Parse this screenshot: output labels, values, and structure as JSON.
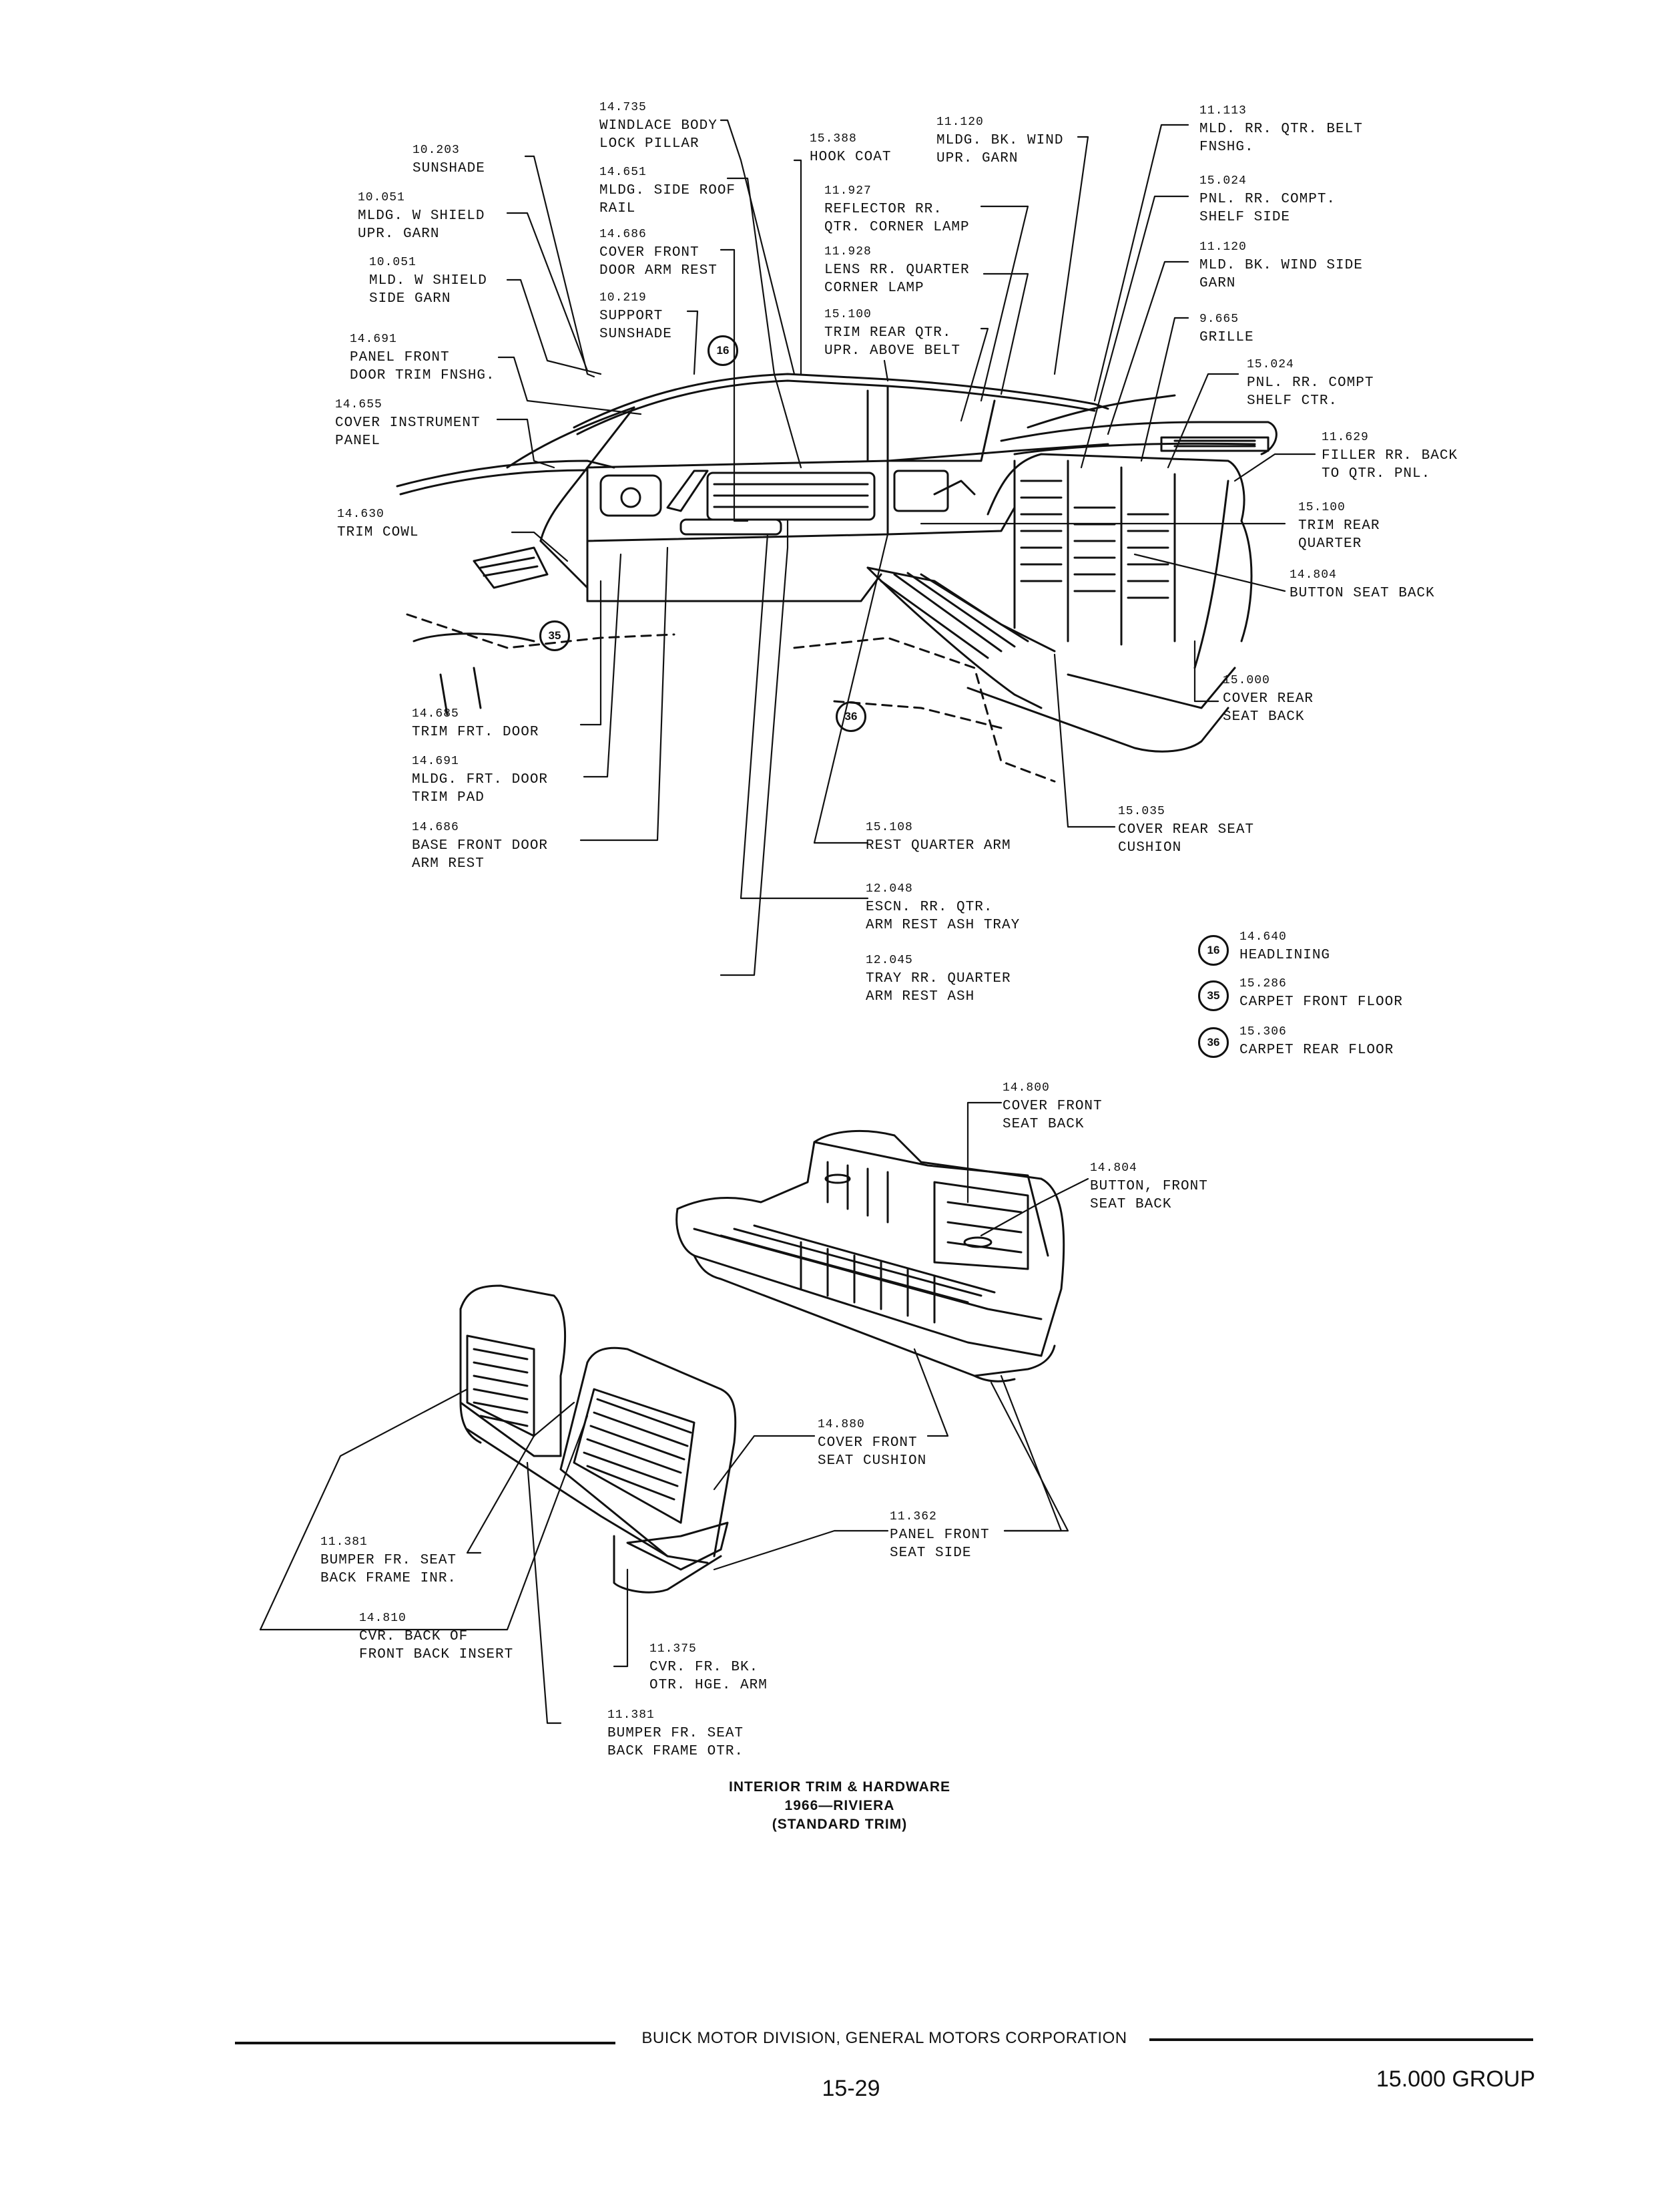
{
  "callouts": [
    {
      "num": "14.735",
      "name": "WINDLACE BODY\nLOCK PILLAR"
    },
    {
      "num": "10.203",
      "name": "SUNSHADE"
    },
    {
      "num": "14.651",
      "name": "MLDG. SIDE ROOF\nRAIL"
    },
    {
      "num": "10.051",
      "name": "MLDG. W SHIELD\nUPR. GARN"
    },
    {
      "num": "14.686",
      "name": "COVER FRONT\nDOOR ARM REST"
    },
    {
      "num": "10.051",
      "name": "MLD. W SHIELD\nSIDE GARN"
    },
    {
      "num": "10.219",
      "name": "SUPPORT\nSUNSHADE"
    },
    {
      "num": "14.691",
      "name": "PANEL FRONT\nDOOR TRIM FNSHG."
    },
    {
      "num": "14.655",
      "name": "COVER INSTRUMENT\nPANEL"
    },
    {
      "num": "14.630",
      "name": "TRIM COWL"
    },
    {
      "num": "15.388",
      "name": "HOOK COAT"
    },
    {
      "num": "11.120",
      "name": "MLDG. BK. WIND\nUPR. GARN"
    },
    {
      "num": "11.927",
      "name": "REFLECTOR RR.\nQTR. CORNER LAMP"
    },
    {
      "num": "11.928",
      "name": "LENS RR. QUARTER\nCORNER LAMP"
    },
    {
      "num": "15.100",
      "name": "TRIM REAR QTR.\nUPR. ABOVE BELT"
    },
    {
      "num": "11.113",
      "name": "MLD. RR. QTR. BELT\nFNSHG."
    },
    {
      "num": "15.024",
      "name": "PNL. RR. COMPT.\nSHELF SIDE"
    },
    {
      "num": "11.120",
      "name": "MLD. BK. WIND SIDE\nGARN"
    },
    {
      "num": "9.665",
      "name": "GRILLE"
    },
    {
      "num": "15.024",
      "name": "PNL. RR. COMPT\nSHELF CTR."
    },
    {
      "num": "11.629",
      "name": "FILLER RR. BACK\nTO QTR. PNL."
    },
    {
      "num": "15.100",
      "name": "TRIM REAR\nQUARTER"
    },
    {
      "num": "14.804",
      "name": "BUTTON SEAT BACK"
    },
    {
      "num": "15.000",
      "name": "COVER REAR\nSEAT BACK"
    },
    {
      "num": "14.685",
      "name": "TRIM FRT. DOOR"
    },
    {
      "num": "14.691",
      "name": "MLDG. FRT. DOOR\nTRIM PAD"
    },
    {
      "num": "14.686",
      "name": "BASE FRONT DOOR\nARM REST"
    },
    {
      "num": "15.108",
      "name": "REST QUARTER ARM"
    },
    {
      "num": "15.035",
      "name": "COVER REAR SEAT\nCUSHION"
    },
    {
      "num": "12.048",
      "name": "ESCN. RR. QTR.\nARM REST ASH TRAY"
    },
    {
      "num": "12.045",
      "name": "TRAY RR. QUARTER\nARM REST ASH"
    },
    {
      "num": "14.800",
      "name": "COVER FRONT\nSEAT BACK"
    },
    {
      "num": "14.804",
      "name": "BUTTON, FRONT\nSEAT BACK"
    },
    {
      "num": "14.880",
      "name": "COVER FRONT\nSEAT CUSHION"
    },
    {
      "num": "11.362",
      "name": "PANEL FRONT\nSEAT SIDE"
    },
    {
      "num": "11.381",
      "name": "BUMPER FR. SEAT\nBACK FRAME INR."
    },
    {
      "num": "14.810",
      "name": "CVR. BACK OF\nFRONT BACK INSERT"
    },
    {
      "num": "11.375",
      "name": "CVR. FR. BK.\nOTR. HGE. ARM"
    },
    {
      "num": "11.381",
      "name": "BUMPER FR. SEAT\nBACK FRAME OTR."
    }
  ],
  "markers": [
    "16",
    "35",
    "36"
  ],
  "legend": [
    {
      "marker": "16",
      "num": "14.640",
      "name": "HEADLINING"
    },
    {
      "marker": "35",
      "num": "15.286",
      "name": "CARPET FRONT FLOOR"
    },
    {
      "marker": "36",
      "num": "15.306",
      "name": "CARPET REAR FLOOR"
    }
  ],
  "caption": {
    "line1": "INTERIOR TRIM & HARDWARE",
    "line2": "1966—RIVIERA",
    "line3": "(STANDARD TRIM)"
  },
  "footer": {
    "division": "BUICK MOTOR DIVISION, GENERAL MOTORS CORPORATION",
    "page": "15-29",
    "group": "15.000 GROUP"
  }
}
